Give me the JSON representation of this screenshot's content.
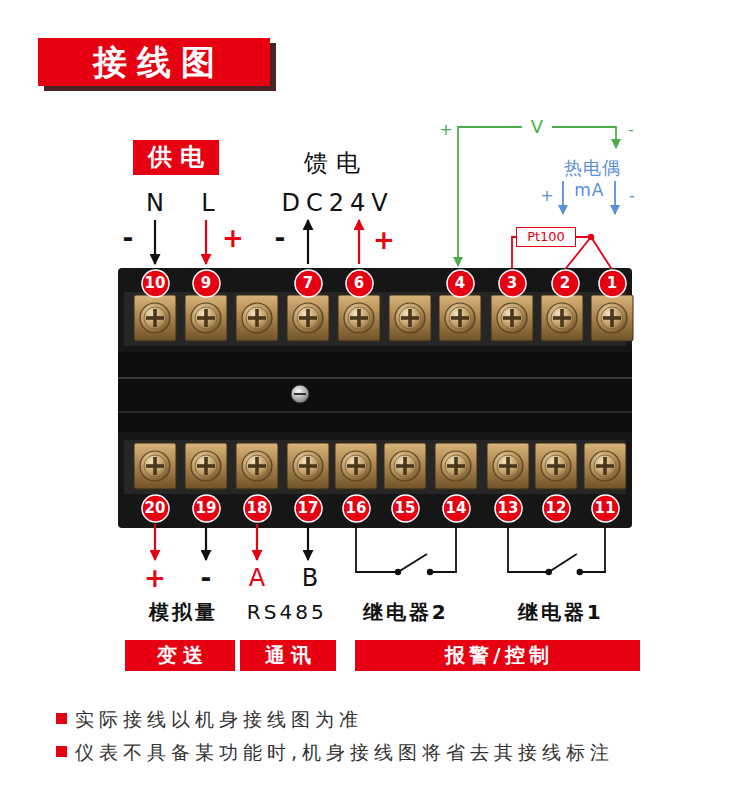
{
  "diagram": {
    "title": "接线图",
    "nodes": [
      {
        "text": [
          "供电"
        ]
      },
      {
        "text": [
          "Pt100"
        ]
      },
      {
        "text": [
          "10"
        ]
      },
      {
        "text": [
          "9"
        ]
      },
      {
        "text": [
          "7"
        ]
      },
      {
        "text": [
          "6"
        ]
      },
      {
        "text": [
          "4"
        ]
      },
      {
        "text": [
          "3"
        ]
      },
      {
        "text": [
          "2"
        ]
      },
      {
        "text": [
          "1"
        ]
      },
      {
        "text": [
          "20"
        ]
      },
      {
        "text": [
          "19"
        ]
      },
      {
        "text": [
          "18"
        ]
      },
      {
        "text": [
          "17"
        ]
      },
      {
        "text": [
          "16"
        ]
      },
      {
        "text": [
          "15"
        ]
      },
      {
        "text": [
          "14"
        ]
      },
      {
        "text": [
          "13"
        ]
      },
      {
        "text": [
          "12"
        ]
      },
      {
        "text": [
          "11"
        ]
      },
      {
        "text": [
          "变送"
        ]
      },
      {
        "text": [
          "通讯"
        ]
      },
      {
        "text": [
          "报警/控制"
        ]
      }
    ],
    "edges": [
      {
        "from": 1,
        "to": 7,
        "arrow": "none"
      },
      {
        "from": 1,
        "to": 8,
        "arrow": "none"
      },
      {
        "from": 1,
        "to": 9,
        "arrow": "none"
      },
      {
        "from": 14,
        "to": 16,
        "arrow": "none"
      },
      {
        "from": 17,
        "to": 19,
        "arrow": "none"
      }
    ],
    "labels": [
      "N",
      "L",
      "-",
      "+",
      "馈电",
      "DC24V",
      "-",
      "+",
      "+",
      "V",
      "-",
      "热电偶",
      "+",
      "mA",
      "-",
      "+",
      "-",
      "A",
      "B",
      "模拟量",
      "RS485",
      "继电器2",
      "继电器1",
      "实际接线以机身接线图为准",
      "仪表不具备某功能时,机身接线图将省去其接线标注"
    ]
  }
}
